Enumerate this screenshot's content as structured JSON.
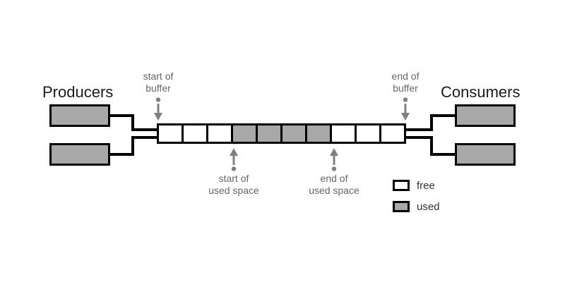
{
  "diagram": {
    "title_producers": "Producers",
    "title_consumers": "Consumers",
    "buffer": {
      "cell_count": 10,
      "cells": [
        {
          "state": "free"
        },
        {
          "state": "free"
        },
        {
          "state": "free"
        },
        {
          "state": "used"
        },
        {
          "state": "used"
        },
        {
          "state": "used"
        },
        {
          "state": "used"
        },
        {
          "state": "free"
        },
        {
          "state": "free"
        },
        {
          "state": "free"
        }
      ]
    },
    "pointers": {
      "start_of_buffer": "start of\nbuffer",
      "start_of_buffer_line1": "start of",
      "start_of_buffer_line2": "buffer",
      "end_of_buffer_line1": "end of",
      "end_of_buffer_line2": "buffer",
      "start_of_used_space_line1": "start of",
      "start_of_used_space_line2": "used space",
      "end_of_used_space_line1": "end of",
      "end_of_used_space_line2": "used space"
    },
    "legend": {
      "items": [
        {
          "label": "free",
          "swatch": "white"
        },
        {
          "label": "used",
          "swatch": "gray"
        }
      ]
    },
    "producers": {
      "count": 2,
      "boxes": [
        {
          "label": ""
        },
        {
          "label": ""
        }
      ]
    },
    "consumers": {
      "count": 2,
      "boxes": [
        {
          "label": ""
        },
        {
          "label": ""
        }
      ]
    },
    "colors": {
      "used_fill": "#a8a8a8",
      "free_fill": "#ffffff",
      "stroke": "#000000",
      "pointer_text": "#666666",
      "heading_text": "#1a1a1a",
      "legend_text": "#333333",
      "arrow": "#808080"
    }
  }
}
